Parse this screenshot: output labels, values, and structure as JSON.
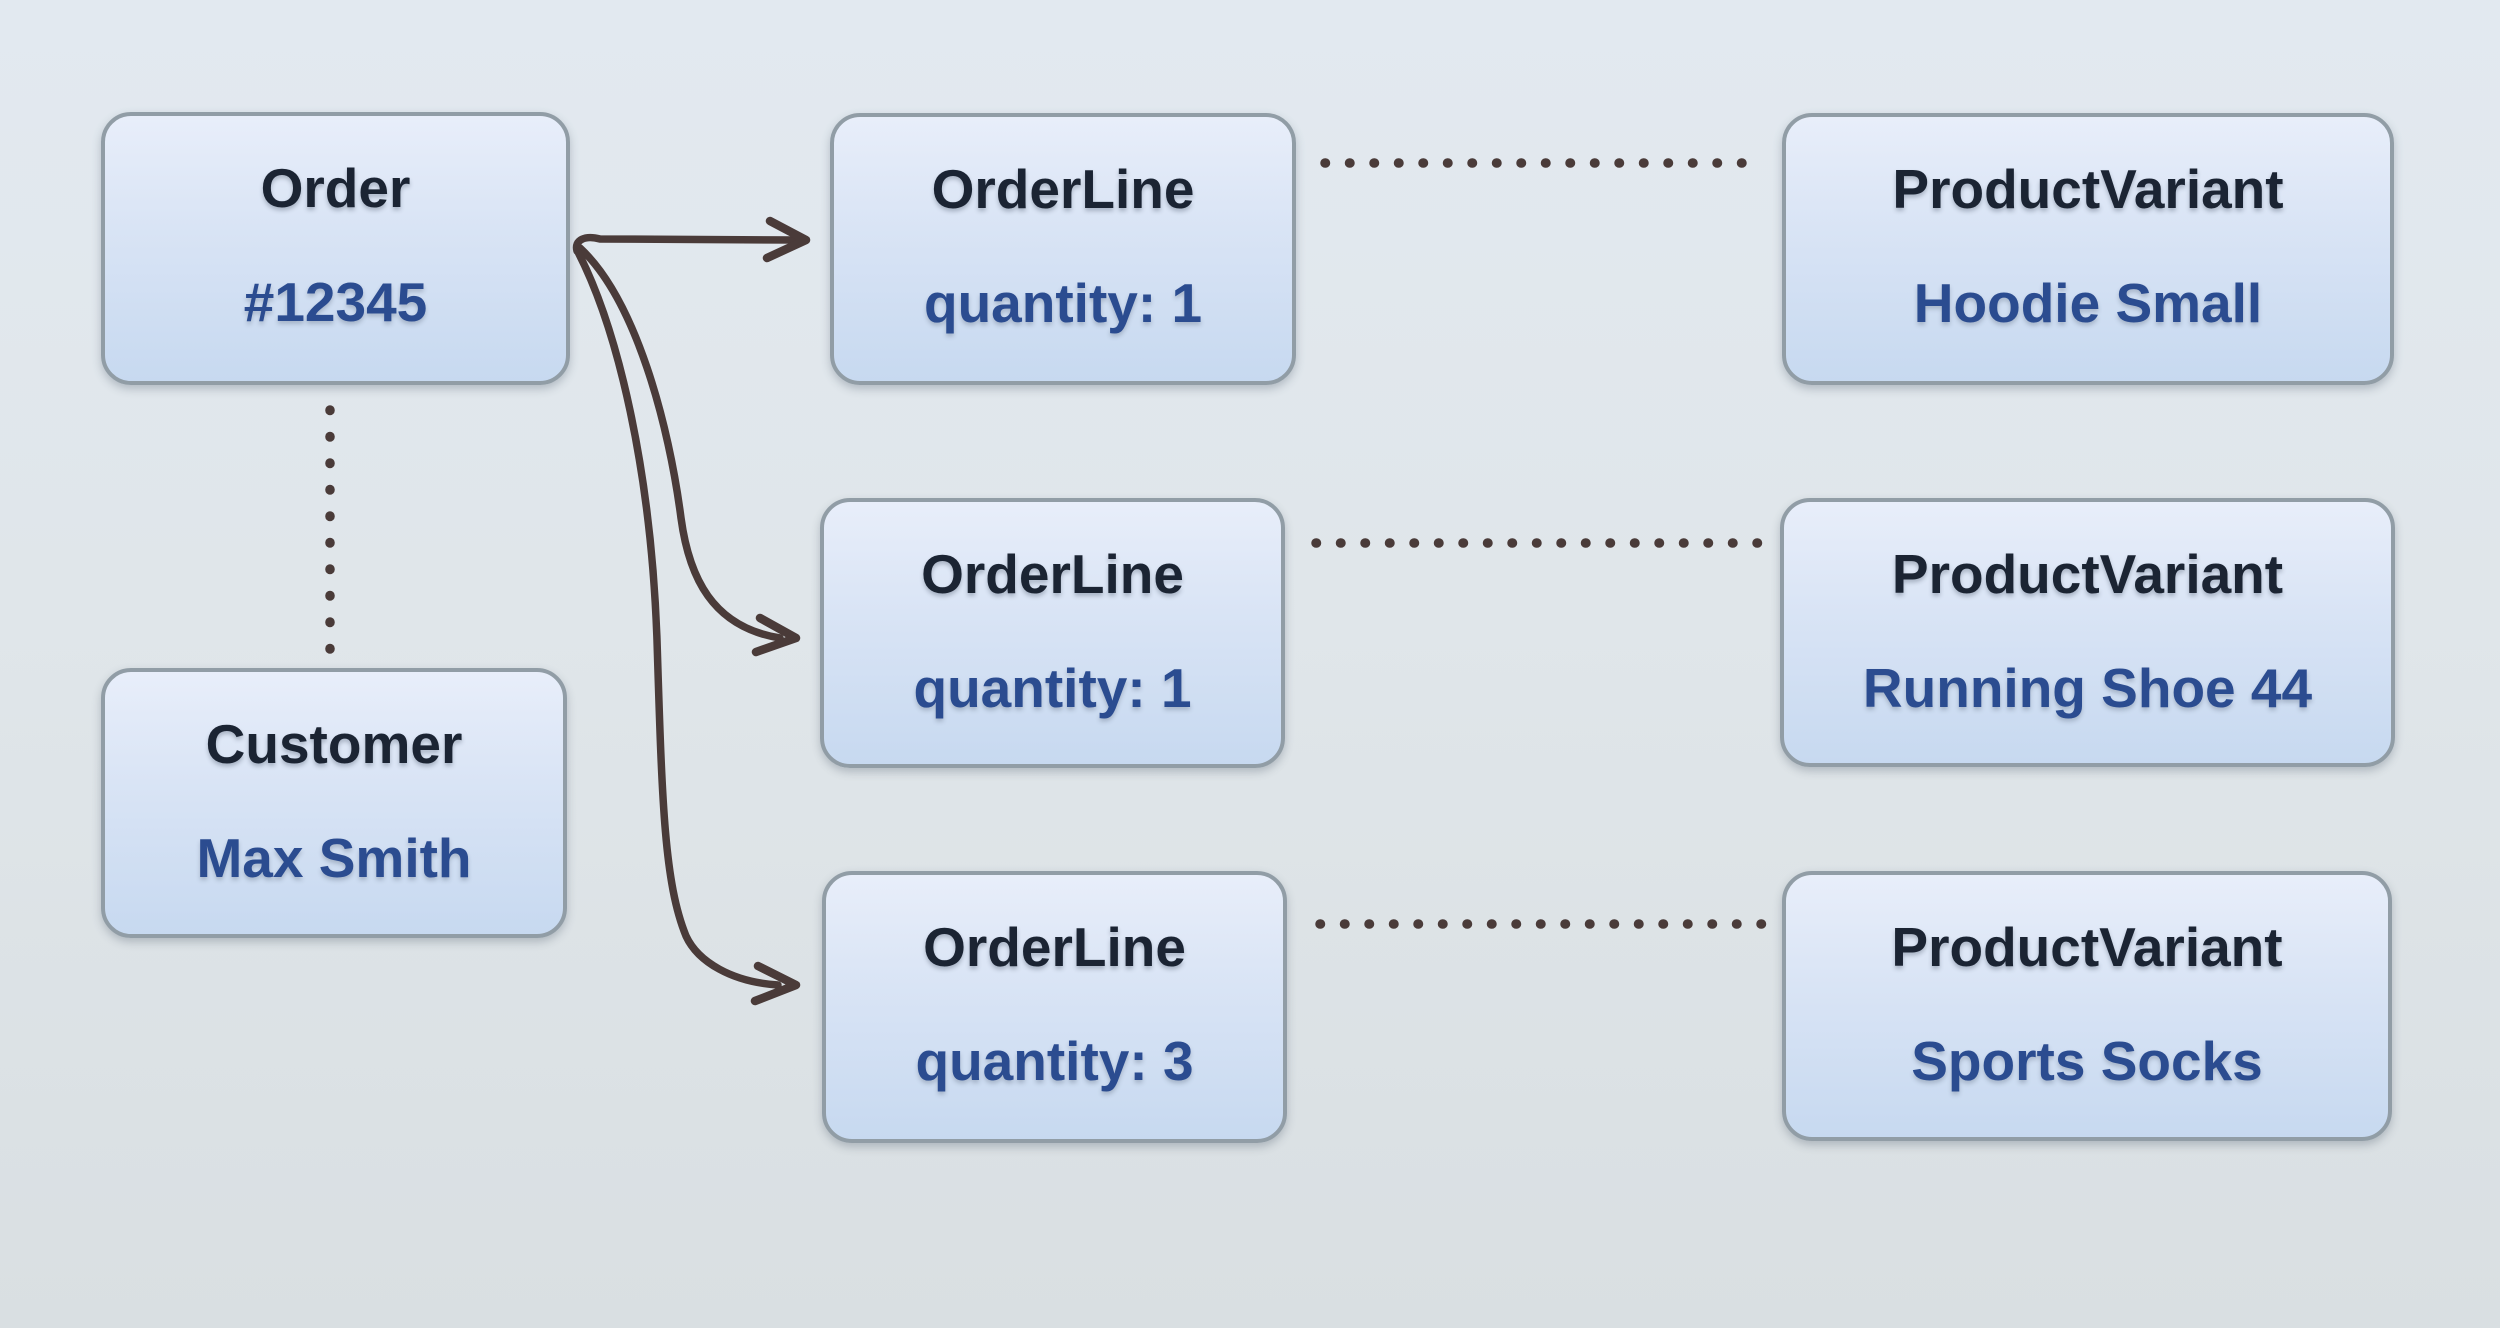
{
  "diagram": {
    "nodes": {
      "order": {
        "title": "Order",
        "value": "#12345"
      },
      "customer": {
        "title": "Customer",
        "value": "Max Smith"
      },
      "orderline1": {
        "title": "OrderLine",
        "value": "quantity: 1"
      },
      "orderline2": {
        "title": "OrderLine",
        "value": "quantity: 1"
      },
      "orderline3": {
        "title": "OrderLine",
        "value": "quantity: 3"
      },
      "productvariant1": {
        "title": "ProductVariant",
        "value": "Hoodie Small"
      },
      "productvariant2": {
        "title": "ProductVariant",
        "value": "Running Shoe 44"
      },
      "productvariant3": {
        "title": "ProductVariant",
        "value": "Sports Socks"
      }
    },
    "edges": [
      {
        "from": "order",
        "to": "orderline1",
        "style": "arrow"
      },
      {
        "from": "order",
        "to": "orderline2",
        "style": "arrow"
      },
      {
        "from": "order",
        "to": "orderline3",
        "style": "arrow"
      },
      {
        "from": "order",
        "to": "customer",
        "style": "dotted"
      },
      {
        "from": "orderline1",
        "to": "productvariant1",
        "style": "dotted"
      },
      {
        "from": "orderline2",
        "to": "productvariant2",
        "style": "dotted"
      },
      {
        "from": "orderline3",
        "to": "productvariant3",
        "style": "dotted"
      }
    ],
    "colors": {
      "background_top": "#e2e9f0",
      "background_bottom": "#d9dfe2",
      "node_fill_top": "#e8eefa",
      "node_fill_bottom": "#c7d9f0",
      "node_border": "#919da6",
      "title_text": "#1b2433",
      "value_text": "#2b4c90",
      "connector": "#4a3b39"
    }
  }
}
